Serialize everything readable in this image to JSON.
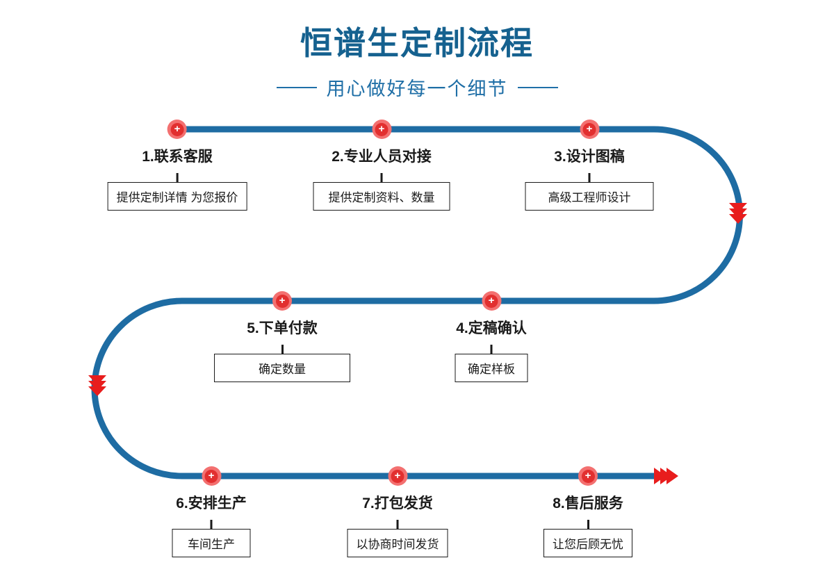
{
  "header": {
    "title": "恒谱生定制流程",
    "subtitle": "用心做好每一个细节"
  },
  "marker": {
    "plus": "+"
  },
  "steps": [
    {
      "label": "1.联系客服",
      "note": "提供定制详情 为您报价"
    },
    {
      "label": "2.专业人员对接",
      "note": "提供定制资料、数量"
    },
    {
      "label": "3.设计图稿",
      "note": "高级工程师设计"
    },
    {
      "label": "4.定稿确认",
      "note": "确定样板"
    },
    {
      "label": "5.下单付款",
      "note": "确定数量"
    },
    {
      "label": "6.安排生产",
      "note": "车间生产"
    },
    {
      "label": "7.打包发货",
      "note": "以协商时间发货"
    },
    {
      "label": "8.售后服务",
      "note": "让您后顾无忧"
    }
  ],
  "colors": {
    "line": "#1e6ca3",
    "title": "#15618f",
    "subtitle": "#1e6ea6",
    "arrow": "#e81d1d",
    "marker_outer": "#f37070",
    "marker_inner": "#e22f2f"
  }
}
